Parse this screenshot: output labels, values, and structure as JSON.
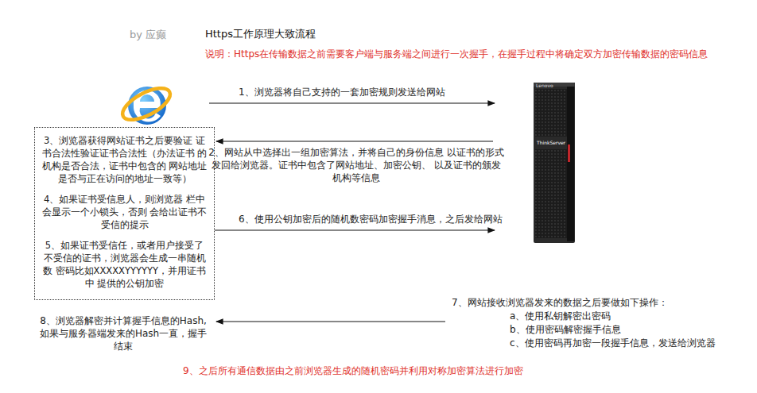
{
  "diagram": {
    "title": "Https工作原理大致流程",
    "nodes": [
      {
        "text": [
          "3、浏览器获得网站证书之后要验证 证书合法性验证证书合法性（办法证书 的机构是否合法，证书中包含的 网站地址是否与正在访问的地址一致等）",
          "4、如果证书受信息人，则浏览器 栏中会显示一个小锁头，否则 会给出证书不受信的提示",
          "5、如果证书受信任，或者用户接受了 不受信的证书，浏览器会生成一串随机数 密码比如XXXXXYYYYYY，并用证书中 提供的公钥加密"
        ]
      }
    ],
    "labels": [
      "by 应癫",
      "说明：Https在传输数据之前需要客户端与服务端之间进行一次握手，在握手过程中将确定双方加密传输数据的密码信息",
      "1、浏览器将自己支持的一套加密规则发送给网站",
      "2、网站从中选择出一组加密算法，并将自己的身份信息 以证书的形式发回给浏览器。证书中包含了网站地址、加密公钥、 以及证书的颁发机构等信息",
      "6、使用公钥加密后的随机数密码加密握手消息，之后发给网站",
      "7、网站接收浏览器发来的数据之后要做如下操作：",
      "a、使用私钥解密出密码",
      "b、使用密码解密握手信息",
      "c、使用密码再加密一段握手信息，发送给浏览器",
      "8、浏览器解密并计算握手信息的Hash, 如果与服务器端发来的Hash一直，握手结束",
      "9、之后所有通信数据由之前浏览器生成的随机密码并利用对称加密算法进行加密",
      "Lenovo",
      "ThinkServer"
    ]
  }
}
